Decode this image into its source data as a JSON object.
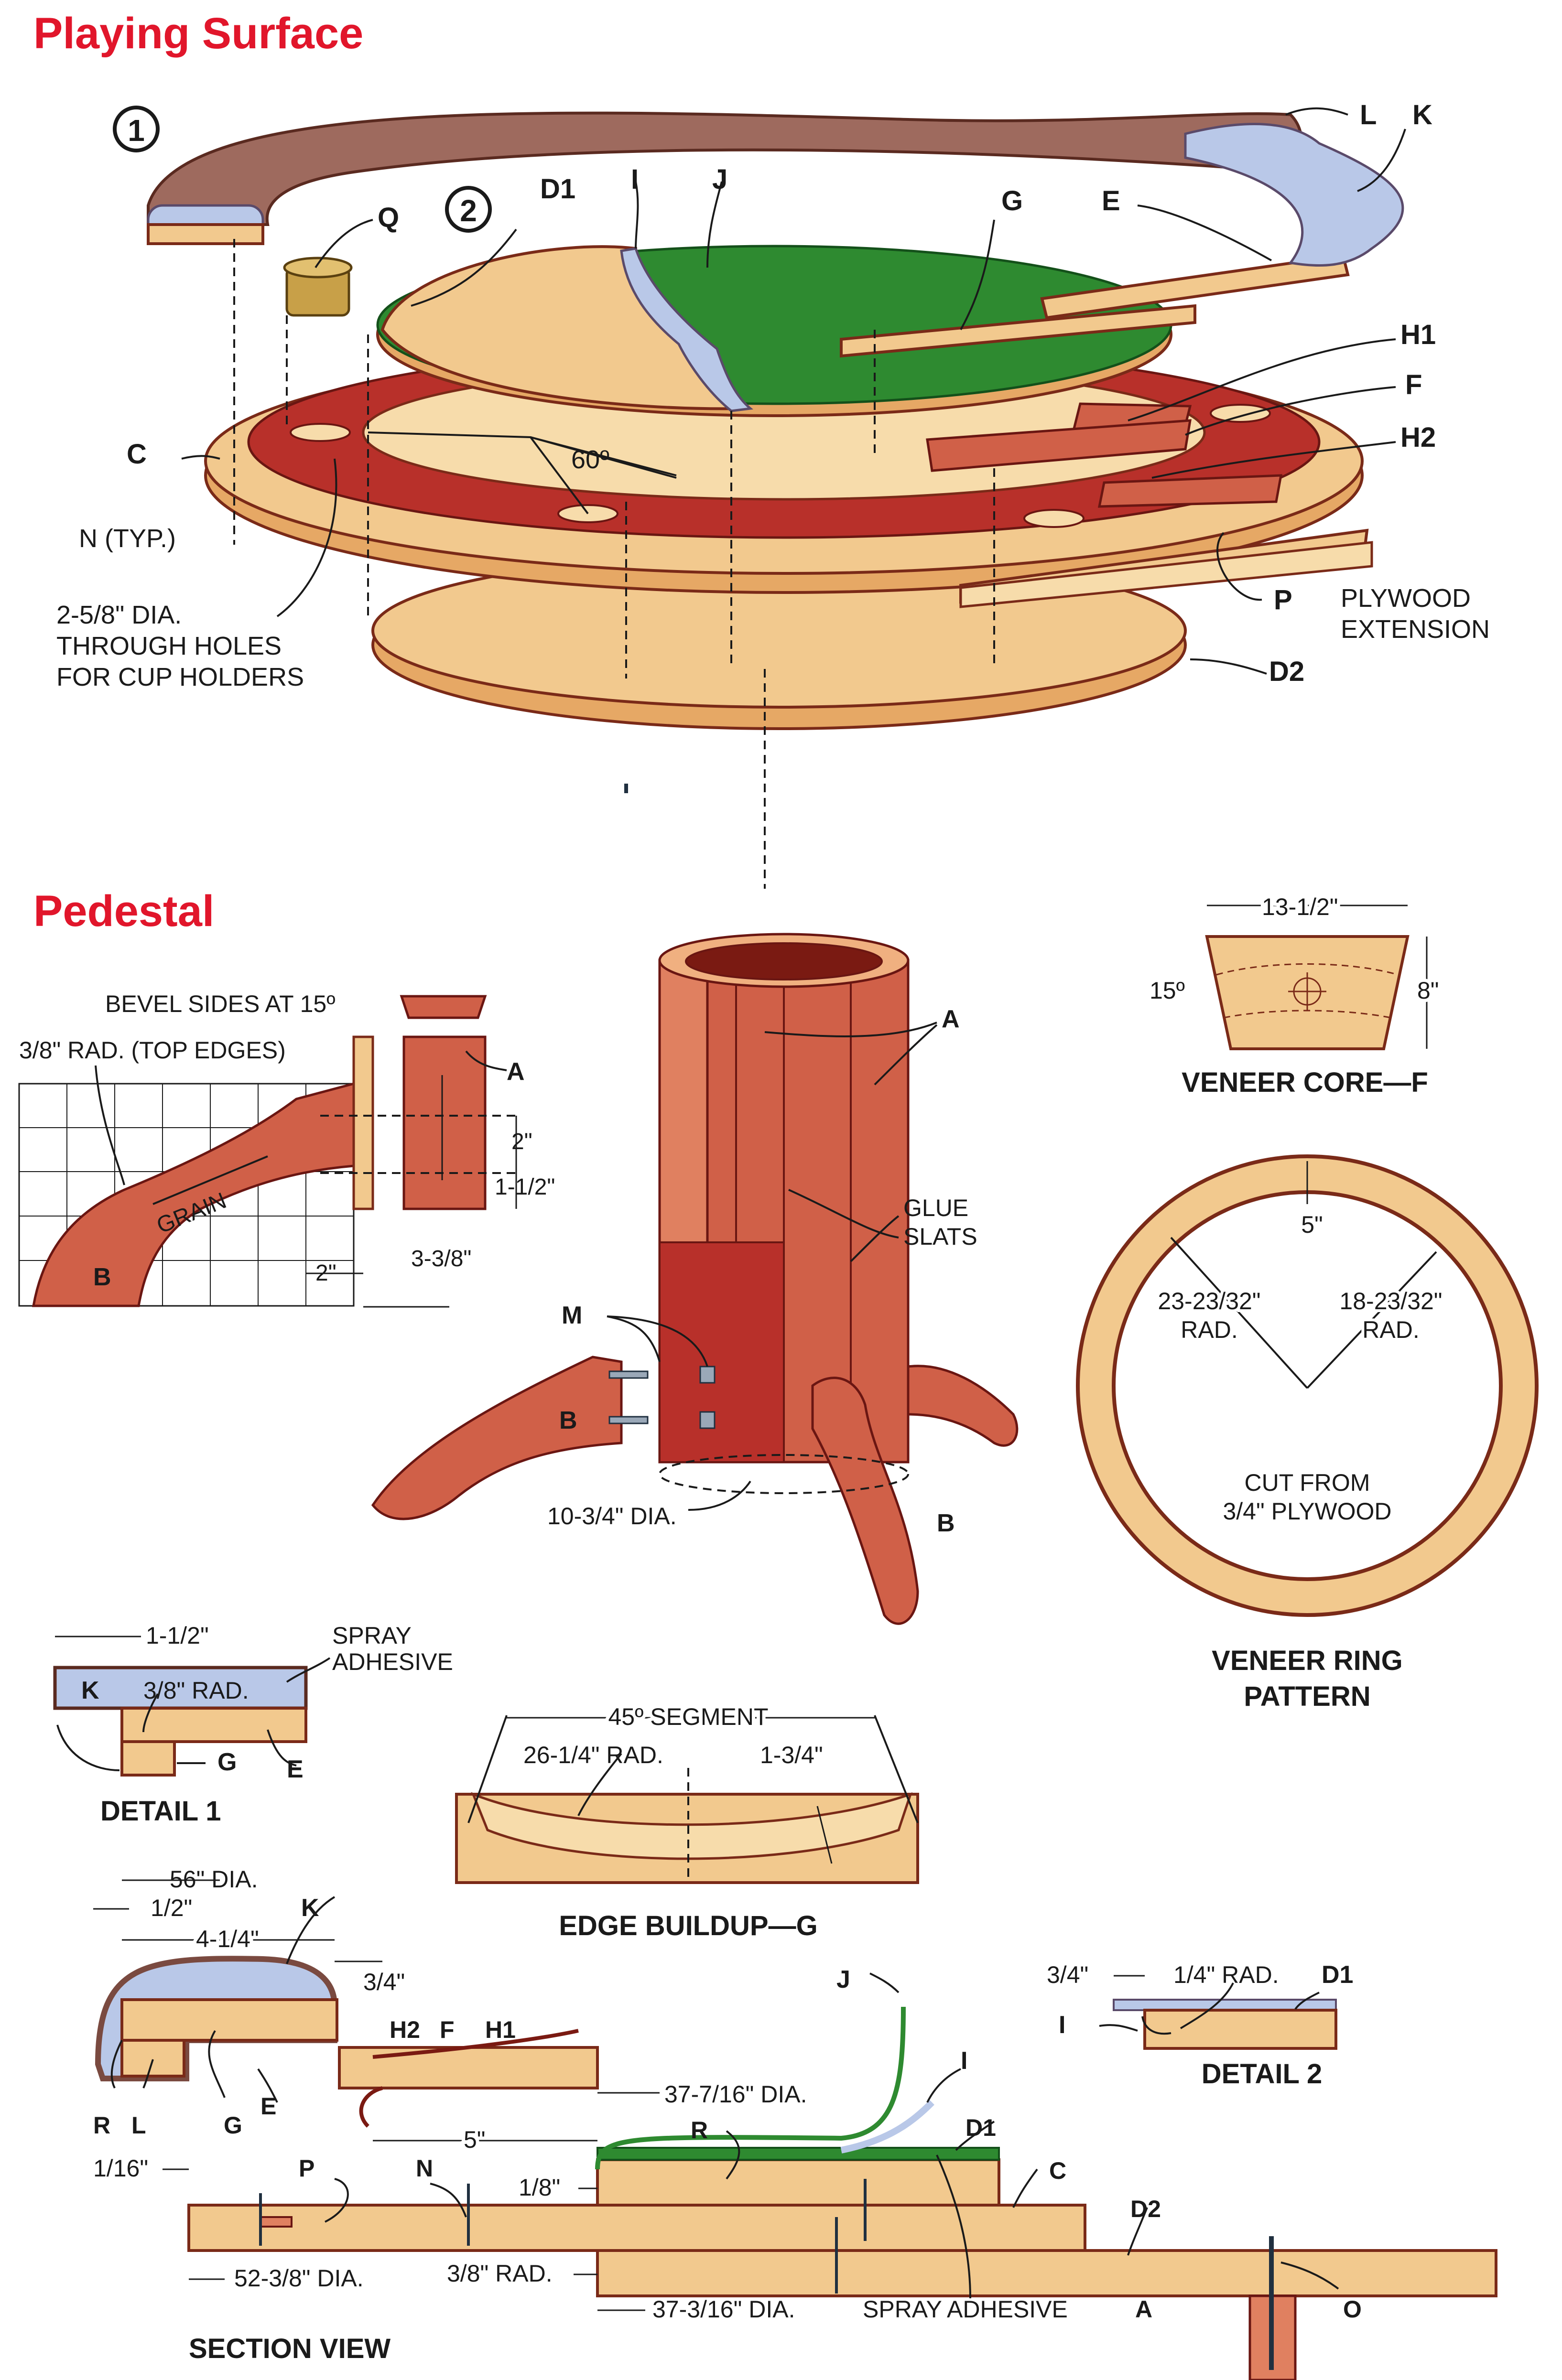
{
  "titles": {
    "playing_surface": "Playing Surface",
    "pedestal": "Pedestal"
  },
  "callouts": {
    "one": "1",
    "two": "2"
  },
  "playing_surface": {
    "L": "L",
    "K": "K",
    "Q": "Q",
    "D1": "D1",
    "I": "I",
    "J": "J",
    "G": "G",
    "E": "E",
    "H1": "H1",
    "F": "F",
    "H2": "H2",
    "C": "C",
    "N_typ": "N (TYP.)",
    "angle": "60º",
    "P": "P",
    "plywood_ext_1": "PLYWOOD",
    "plywood_ext_2": "EXTENSION",
    "D2": "D2",
    "holes_1": "2-5/8\" DIA.",
    "holes_2": "THROUGH HOLES",
    "holes_3": "FOR CUP HOLDERS"
  },
  "pedestal": {
    "bevel": "BEVEL SIDES AT 15º",
    "radius": "3/8\" RAD. (TOP EDGES)",
    "grain": "GRAIN",
    "B": "B",
    "A": "A",
    "dim_2": "2\"",
    "dim_1_5": "1-1/2\"",
    "dim_2b": "2\"",
    "dim_3_375": "3-3/8\"",
    "glue_1": "GLUE",
    "glue_2": "SLATS",
    "M": "M",
    "dia": "10-3/4\" DIA."
  },
  "veneer_core": {
    "width": "13-1/2\"",
    "angle": "15º",
    "height": "8\"",
    "caption": "VENEER CORE—F"
  },
  "veneer_ring": {
    "width": "5\"",
    "r_outer_1": "23-23/32\"",
    "r_outer_2": "RAD.",
    "r_inner_1": "18-23/32\"",
    "r_inner_2": "RAD.",
    "cut_1": "CUT FROM",
    "cut_2": "3/4\" PLYWOOD",
    "caption_1": "VENEER RING",
    "caption_2": "PATTERN"
  },
  "detail1": {
    "dim": "1-1/2\"",
    "spray_1": "SPRAY",
    "spray_2": "ADHESIVE",
    "K": "K",
    "rad": "3/8\" RAD.",
    "G": "G",
    "E": "E",
    "caption": "DETAIL 1"
  },
  "edge_buildup": {
    "segment": "45º SEGMENT",
    "rad": "26-1/4\" RAD.",
    "width": "1-3/4\"",
    "caption": "EDGE BUILDUP—G"
  },
  "detail2": {
    "dim": "3/4\"",
    "rad": "1/4\" RAD.",
    "D1": "D1",
    "I": "I",
    "caption": "DETAIL 2"
  },
  "section": {
    "dia56": "56\" DIA.",
    "half": "1/2\"",
    "w4": "4-1/4\"",
    "K": "K",
    "t34": "3/4\"",
    "H2": "H2",
    "F": "F",
    "H1": "H1",
    "dia37a": "37-7/16\" DIA.",
    "J": "J",
    "I": "I",
    "w5": "5\"",
    "R1": "R",
    "L": "L",
    "G": "G",
    "E": "E",
    "sixteenth": "1/16\"",
    "P": "P",
    "N": "N",
    "R2": "R",
    "eighth": "1/8\"",
    "D1": "D1",
    "C": "C",
    "D2": "D2",
    "dia52": "52-3/8\" DIA.",
    "rad38": "3/8\" RAD.",
    "dia37b": "37-3/16\" DIA.",
    "spray": "SPRAY ADHESIVE",
    "A": "A",
    "O": "O",
    "caption": "SECTION VIEW"
  }
}
